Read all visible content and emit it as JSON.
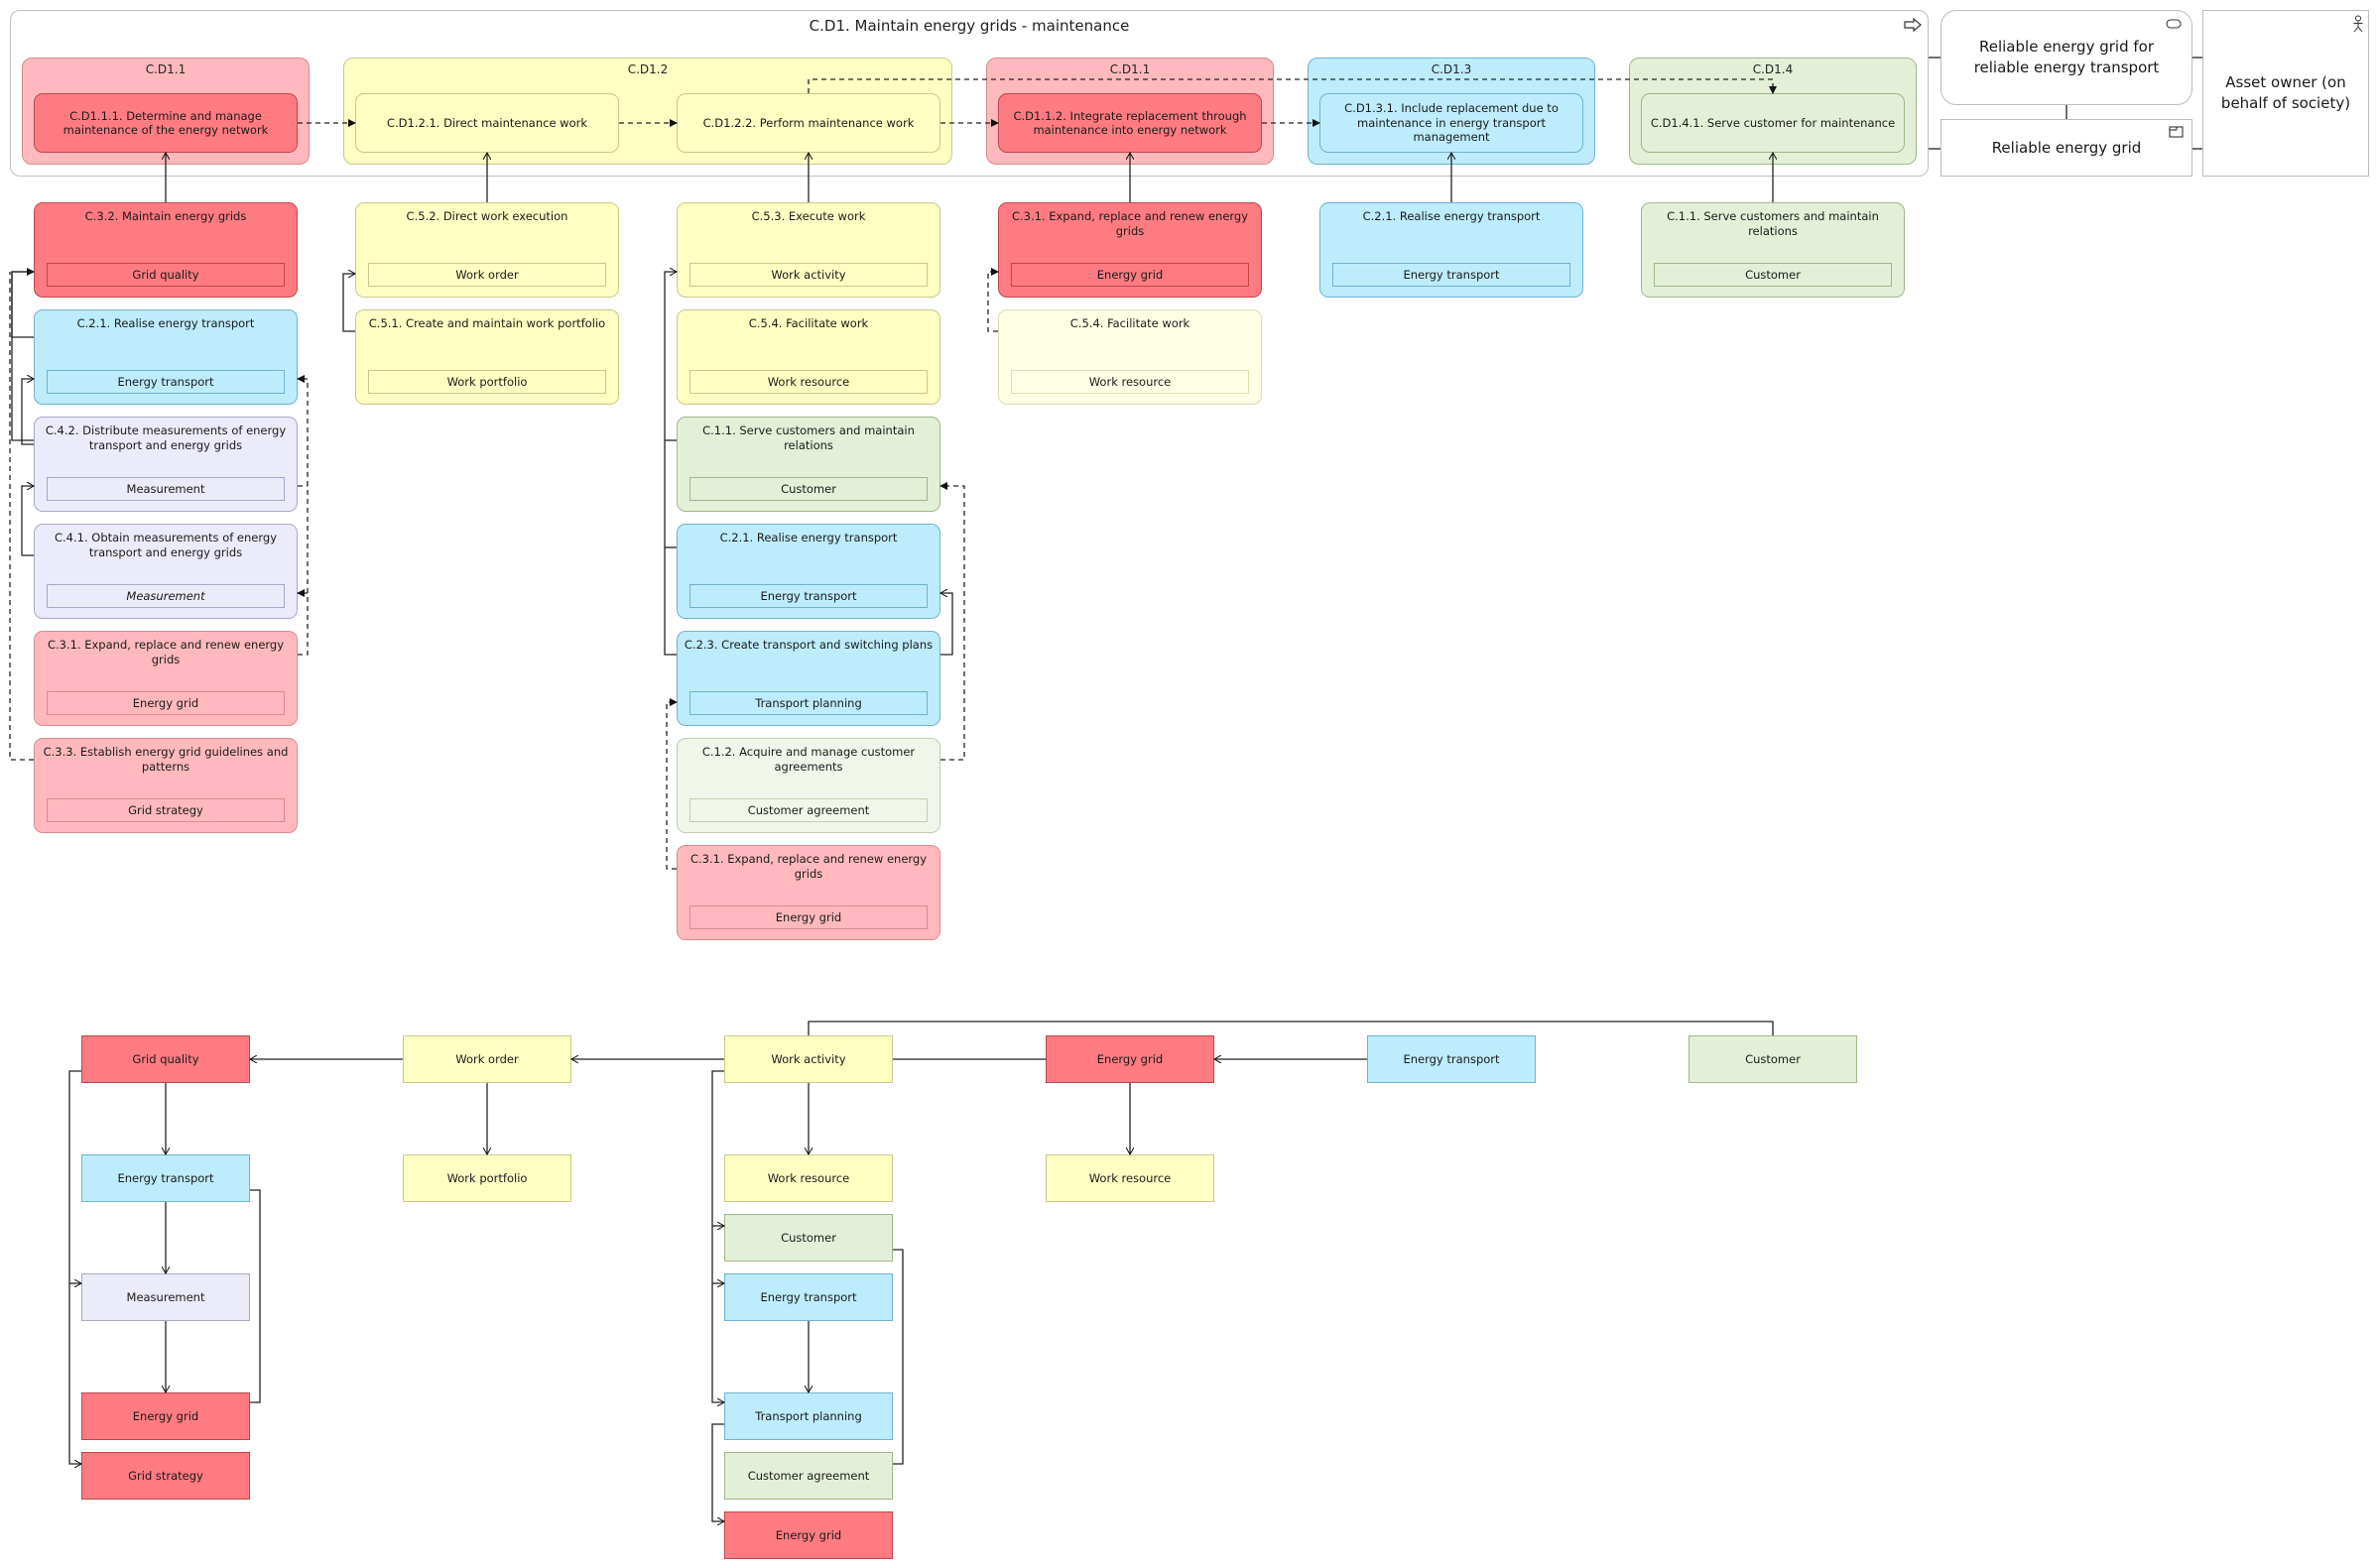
{
  "palette": {
    "red_dark": {
      "fill": "#ff7b82",
      "stroke": "#c0464c"
    },
    "red_light": {
      "fill": "#ffb9bd",
      "stroke": "#d98a8e"
    },
    "yellow": {
      "fill": "#ffffc4",
      "stroke": "#c9c98a"
    },
    "yellow_pale": {
      "fill": "#ffffe6",
      "stroke": "#dcdcb0"
    },
    "blue": {
      "fill": "#bdecfc",
      "stroke": "#6fb3cf"
    },
    "green": {
      "fill": "#e3efd6",
      "stroke": "#9fb78a"
    },
    "green_pale": {
      "fill": "#f0f6ea",
      "stroke": "#bfd0b0"
    },
    "lavender": {
      "fill": "#ebebf9",
      "stroke": "#a8a8c8"
    }
  },
  "frame": {
    "title": "C.D1. Maintain energy grids - maintenance",
    "icon": "process-arrow-icon"
  },
  "groups": [
    {
      "id": "g1",
      "label": "C.D1.1",
      "color": "red_light"
    },
    {
      "id": "g2",
      "label": "C.D1.2",
      "color": "yellow"
    },
    {
      "id": "g3",
      "label": "C.D1.1",
      "color": "red_light"
    },
    {
      "id": "g4",
      "label": "C.D1.3",
      "color": "blue"
    },
    {
      "id": "g5",
      "label": "C.D1.4",
      "color": "green"
    }
  ],
  "processes": [
    {
      "id": "p1",
      "label": "C.D1.1.1. Determine and manage maintenance of the energy network",
      "color": "red_dark"
    },
    {
      "id": "p2",
      "label": "C.D1.2.1. Direct maintenance work",
      "color": "yellow"
    },
    {
      "id": "p3",
      "label": "C.D1.2.2. Perform maintenance work",
      "color": "yellow"
    },
    {
      "id": "p4",
      "label": "C.D1.1.2. Integrate replacement through maintenance into energy network",
      "color": "red_dark"
    },
    {
      "id": "p5",
      "label": "C.D1.3.1. Include replacement due to maintenance in energy transport management",
      "color": "blue"
    },
    {
      "id": "p6",
      "label": "C.D1.4.1. Serve customer for maintenance",
      "color": "green"
    }
  ],
  "services": [
    {
      "id": "s1",
      "label": "Reliable energy grid for reliable energy transport",
      "icon": "service-icon"
    },
    {
      "id": "s2",
      "label": "Reliable energy grid",
      "icon": "product-icon"
    },
    {
      "id": "s3",
      "label": "Asset owner (on behalf of society)",
      "icon": "actor-icon"
    }
  ],
  "cards": [
    {
      "id": "a1",
      "title": "C.3.2. Maintain energy grids",
      "object": "Grid quality",
      "color": "red_dark"
    },
    {
      "id": "a2",
      "title": "C.2.1. Realise energy transport",
      "object": "Energy transport",
      "color": "blue"
    },
    {
      "id": "a3",
      "title": "C.4.2. Distribute measurements of energy transport and energy grids",
      "object": "Measurement",
      "color": "lavender"
    },
    {
      "id": "a4",
      "title": "C.4.1. Obtain measurements of energy transport and energy grids",
      "object": "Measurement",
      "color": "lavender",
      "italic": true
    },
    {
      "id": "a5",
      "title": "C.3.1. Expand, replace and renew energy grids",
      "object": "Energy grid",
      "color": "red_light"
    },
    {
      "id": "a6",
      "title": "C.3.3. Establish energy grid guidelines and patterns",
      "object": "Grid strategy",
      "color": "red_light"
    },
    {
      "id": "b1",
      "title": "C.5.2. Direct work execution",
      "object": "Work order",
      "color": "yellow"
    },
    {
      "id": "b2",
      "title": "C.5.1. Create and maintain work portfolio",
      "object": "Work portfolio",
      "color": "yellow"
    },
    {
      "id": "c1",
      "title": "C.5.3. Execute work",
      "object": "Work activity",
      "color": "yellow"
    },
    {
      "id": "c2",
      "title": "C.5.4. Facilitate work",
      "object": "Work resource",
      "color": "yellow"
    },
    {
      "id": "c3",
      "title": "C.1.1. Serve customers and maintain relations",
      "object": "Customer",
      "color": "green"
    },
    {
      "id": "c4",
      "title": "C.2.1. Realise energy transport",
      "object": "Energy transport",
      "color": "blue"
    },
    {
      "id": "c5",
      "title": "C.2.3. Create transport and switching plans",
      "object": "Transport planning",
      "color": "blue"
    },
    {
      "id": "c6",
      "title": "C.1.2. Acquire and manage customer agreements",
      "object": "Customer agreement",
      "color": "green_pale"
    },
    {
      "id": "c7",
      "title": "C.3.1. Expand, replace and renew energy grids",
      "object": "Energy grid",
      "color": "red_light"
    },
    {
      "id": "d1",
      "title": "C.3.1. Expand, replace and renew energy grids",
      "object": "Energy grid",
      "color": "red_dark"
    },
    {
      "id": "d2",
      "title": "C.5.4. Facilitate work",
      "object": "Work resource",
      "color": "yellow_pale"
    },
    {
      "id": "e1",
      "title": "C.2.1. Realise energy transport",
      "object": "Energy transport",
      "color": "blue"
    },
    {
      "id": "f1",
      "title": "C.1.1. Serve customers and maintain relations",
      "object": "Customer",
      "color": "green"
    }
  ],
  "tree": [
    {
      "id": "t1",
      "label": "Grid quality",
      "color": "red_dark"
    },
    {
      "id": "t2",
      "label": "Energy transport",
      "color": "blue"
    },
    {
      "id": "t3",
      "label": "Measurement",
      "color": "lavender"
    },
    {
      "id": "t4",
      "label": "Energy grid",
      "color": "red_dark"
    },
    {
      "id": "t5",
      "label": "Grid strategy",
      "color": "red_dark"
    },
    {
      "id": "t6",
      "label": "Work order",
      "color": "yellow"
    },
    {
      "id": "t7",
      "label": "Work portfolio",
      "color": "yellow"
    },
    {
      "id": "t8",
      "label": "Work activity",
      "color": "yellow"
    },
    {
      "id": "t9",
      "label": "Work resource",
      "color": "yellow"
    },
    {
      "id": "t10",
      "label": "Customer",
      "color": "green"
    },
    {
      "id": "t11",
      "label": "Energy transport",
      "color": "blue"
    },
    {
      "id": "t12",
      "label": "Transport planning",
      "color": "blue"
    },
    {
      "id": "t13",
      "label": "Customer agreement",
      "color": "green"
    },
    {
      "id": "t14",
      "label": "Energy grid",
      "color": "red_dark"
    },
    {
      "id": "t15",
      "label": "Energy grid",
      "color": "red_dark"
    },
    {
      "id": "t16",
      "label": "Work resource",
      "color": "yellow"
    },
    {
      "id": "t17",
      "label": "Energy transport",
      "color": "blue"
    },
    {
      "id": "t18",
      "label": "Customer",
      "color": "green"
    }
  ]
}
